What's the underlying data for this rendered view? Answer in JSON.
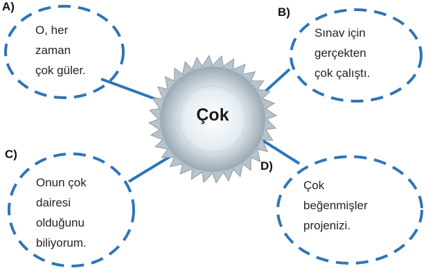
{
  "center": {
    "label": "Çok"
  },
  "options": [
    {
      "letter": "A)",
      "lines": [
        "O, her",
        "zaman",
        "çok güler."
      ]
    },
    {
      "letter": "B)",
      "lines": [
        "Sınav için",
        "gerçekten",
        "çok çalıştı."
      ]
    },
    {
      "letter": "C)",
      "lines": [
        "Onun çok",
        "dairesi",
        "olduğunu",
        "biliyorum."
      ]
    },
    {
      "letter": "D)",
      "lines": [
        "Çok",
        "beğenmişler",
        "projenizi."
      ]
    }
  ],
  "colors": {
    "dash": "#2e75b6",
    "connector": "#2e75b6",
    "blade_center": "#ffffff",
    "blade_edge": "#9aa7b1"
  }
}
